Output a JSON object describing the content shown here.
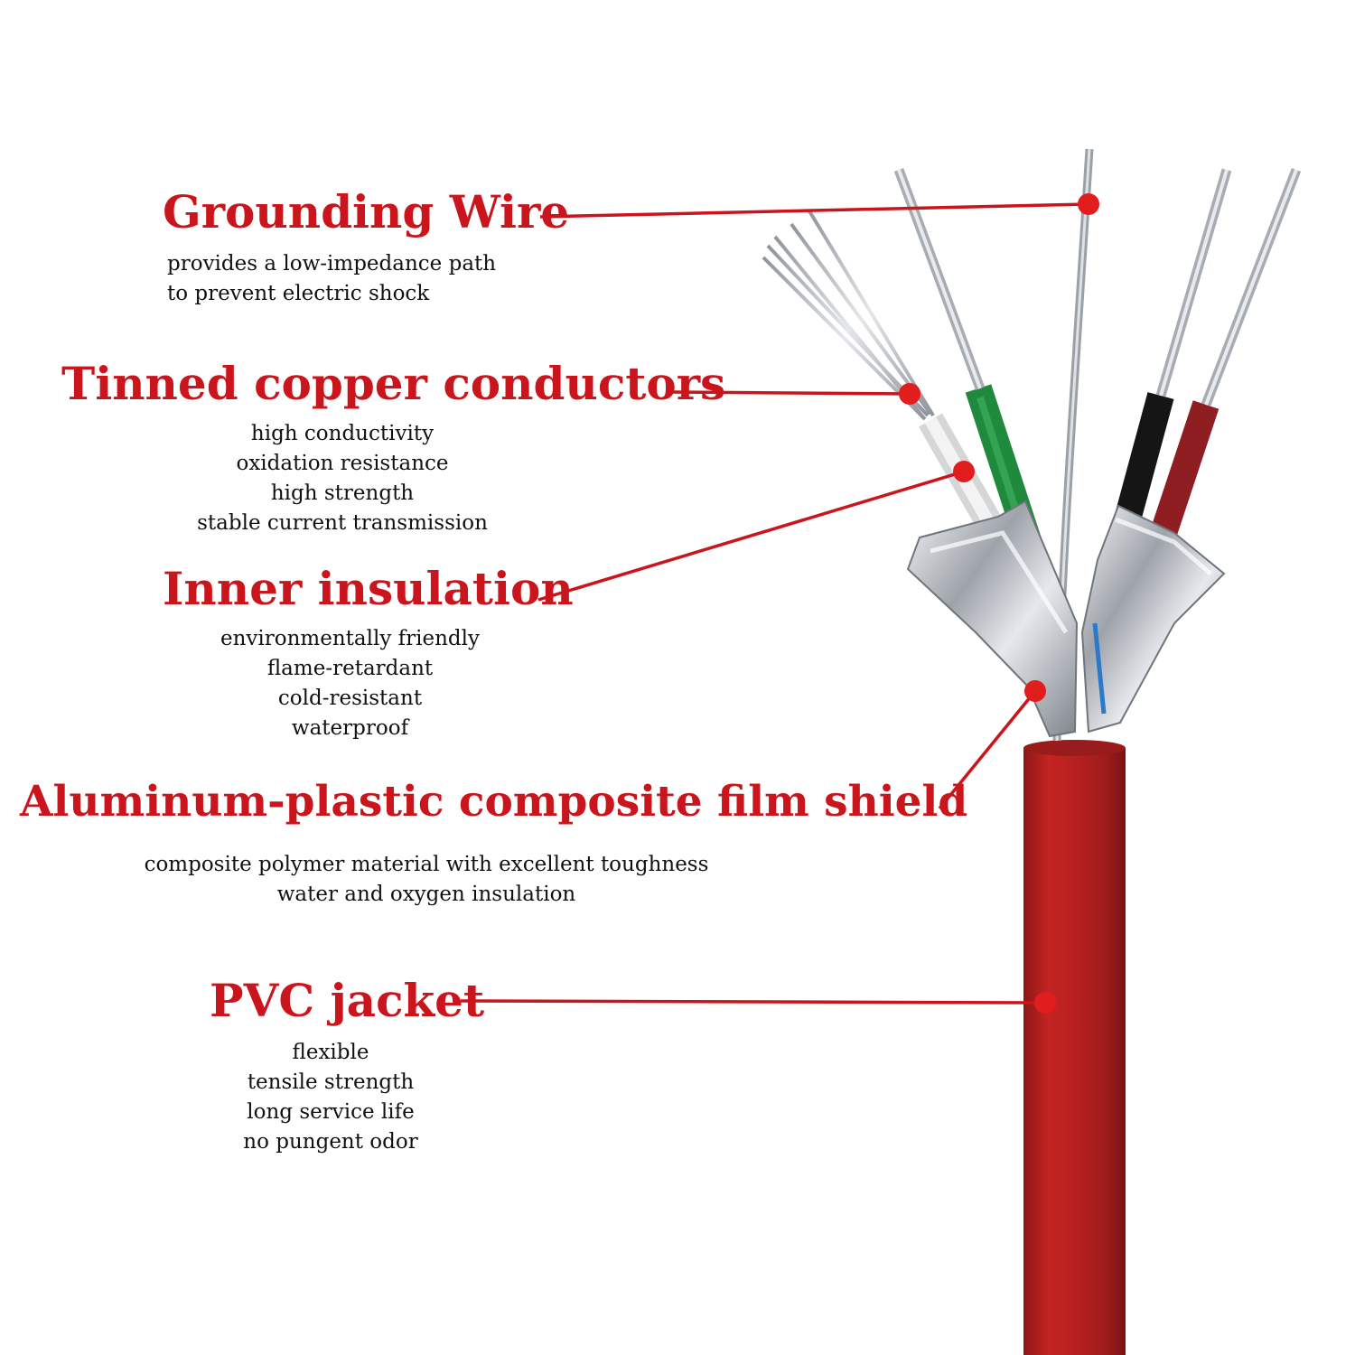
{
  "callouts": [
    {
      "title": "Grounding Wire",
      "lines": [
        "provides a low-impedance path",
        "to prevent electric shock"
      ]
    },
    {
      "title": "Tinned copper conductors",
      "lines": [
        "high conductivity",
        "oxidation resistance",
        "high strength",
        "stable current transmission"
      ]
    },
    {
      "title": "Inner insulation",
      "lines": [
        "environmentally friendly",
        "flame-retardant",
        "cold-resistant",
        "waterproof"
      ]
    },
    {
      "title": "Aluminum-plastic composite film shield",
      "lines": [
        "composite polymer material with excellent toughness",
        "water and oxygen insulation"
      ]
    },
    {
      "title": "PVC jacket",
      "lines": [
        "flexible",
        "tensile strength",
        "long service life",
        "no pungent odor"
      ]
    }
  ],
  "colors": {
    "accent": "#c9151b",
    "jacket": "#b5201f",
    "foil": "#c9ccd0",
    "core_white": "#e8e8e8",
    "core_green": "#1f8a3c",
    "core_black": "#151515",
    "core_red": "#8e1e22",
    "copper_strand": "#b8bcc2"
  }
}
